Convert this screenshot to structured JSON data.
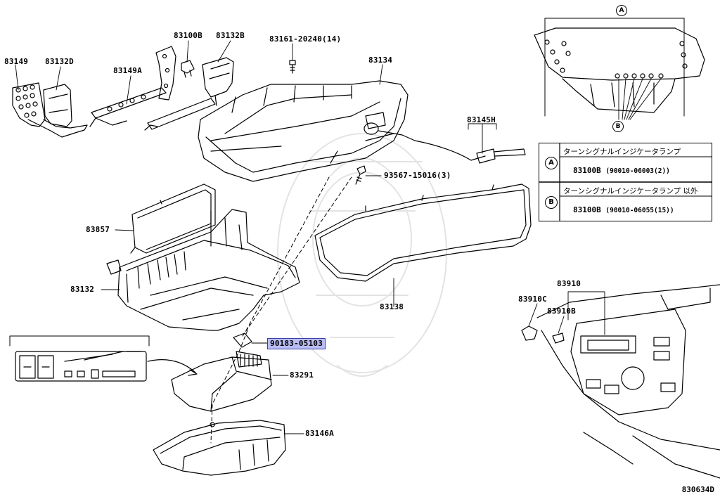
{
  "parts": [
    {
      "id": "p83149",
      "label": "83149"
    },
    {
      "id": "p83132D",
      "label": "83132D"
    },
    {
      "id": "p83149A",
      "label": "83149A"
    },
    {
      "id": "p83100B",
      "label": "83100B"
    },
    {
      "id": "p83132B",
      "label": "83132B"
    },
    {
      "id": "p83161",
      "label": "83161-20240(14)"
    },
    {
      "id": "p83134",
      "label": "83134"
    },
    {
      "id": "p83145H",
      "label": "83145H"
    },
    {
      "id": "p93567",
      "label": "93567-15016(3)"
    },
    {
      "id": "p83857",
      "label": "83857"
    },
    {
      "id": "p83132",
      "label": "83132"
    },
    {
      "id": "p83138",
      "label": "83138"
    },
    {
      "id": "p90183",
      "label": "90183-05103",
      "highlighted": true
    },
    {
      "id": "p83291",
      "label": "83291"
    },
    {
      "id": "p83146A",
      "label": "83146A"
    },
    {
      "id": "p83910",
      "label": "83910"
    },
    {
      "id": "p83910C",
      "label": "83910C"
    },
    {
      "id": "p83910B",
      "label": "83910B"
    }
  ],
  "markers": {
    "a": "A",
    "b": "B"
  },
  "legend": {
    "row_a": {
      "marker": "A",
      "description": "ターンシグナルインジケータランプ",
      "part": "83100B",
      "spec": "(90010-06003(2))"
    },
    "row_b": {
      "marker": "B",
      "description": "ターンシグナルインジケータランプ 以外",
      "part": "83100B",
      "spec": "(90010-06055(15))"
    }
  },
  "diagram_code": "830634D",
  "colors": {
    "highlight_fill": "#b9bdf4",
    "highlight_border": "#3a3fa8",
    "line": "#000000"
  }
}
